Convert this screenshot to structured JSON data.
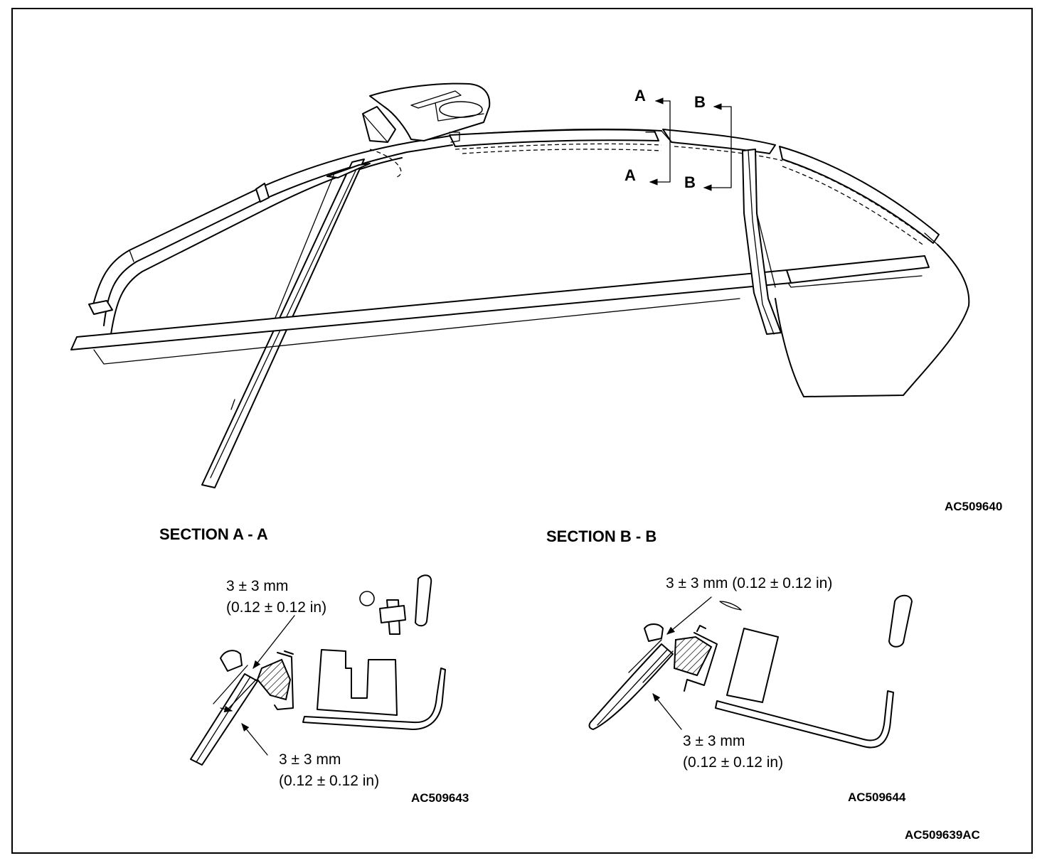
{
  "main_figure": {
    "code": "AC509640",
    "section_markers": {
      "a_upper": "A",
      "a_lower": "A",
      "b_upper": "B",
      "b_lower": "B"
    }
  },
  "section_a": {
    "title": "SECTION A - A",
    "top_dimension": {
      "line1": "3 ± 3 mm",
      "line2": "(0.12 ± 0.12 in)"
    },
    "bottom_dimension": {
      "line1": "3 ± 3 mm",
      "line2": "(0.12 ± 0.12 in)"
    },
    "code": "AC509643"
  },
  "section_b": {
    "title": "SECTION B - B",
    "top_dimension": {
      "line1": "3 ± 3 mm (0.12 ± 0.12 in)"
    },
    "bottom_dimension": {
      "line1": "3 ± 3 mm",
      "line2": "(0.12 ± 0.12 in)"
    },
    "code": "AC509644"
  },
  "figure_code": "AC509639AC"
}
